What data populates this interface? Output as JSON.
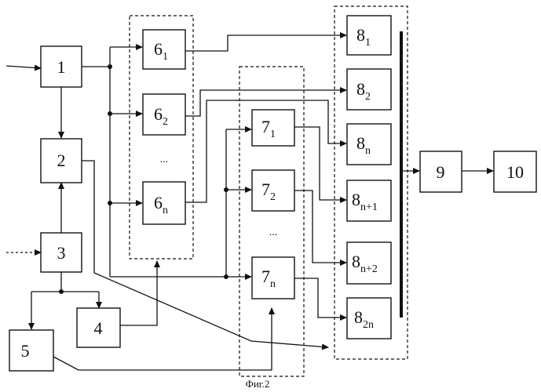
{
  "blocks": {
    "b1": {
      "main": "1"
    },
    "b2": {
      "main": "2"
    },
    "b3": {
      "main": "3"
    },
    "b4": {
      "main": "4"
    },
    "b5": {
      "main": "5"
    },
    "b6_1": {
      "main": "6",
      "sub": "1"
    },
    "b6_2": {
      "main": "6",
      "sub": "2"
    },
    "b6_n": {
      "main": "6",
      "sub": "n"
    },
    "b7_1": {
      "main": "7",
      "sub": "1"
    },
    "b7_2": {
      "main": "7",
      "sub": "2"
    },
    "b7_n": {
      "main": "7",
      "sub": "n"
    },
    "b8_1": {
      "main": "8",
      "sub": "1"
    },
    "b8_2": {
      "main": "8",
      "sub": "2"
    },
    "b8_n": {
      "main": "8",
      "sub": "n"
    },
    "b8_n1": {
      "main": "8",
      "sub": "n+1"
    },
    "b8_n2": {
      "main": "8",
      "sub": "n+2"
    },
    "b8_2n": {
      "main": "8",
      "sub": "2n"
    },
    "b9": {
      "main": "9"
    },
    "b10": {
      "main": "10"
    }
  },
  "ellipsis": {
    "group6": "...",
    "group7": "..."
  },
  "caption": "Фиг.2"
}
